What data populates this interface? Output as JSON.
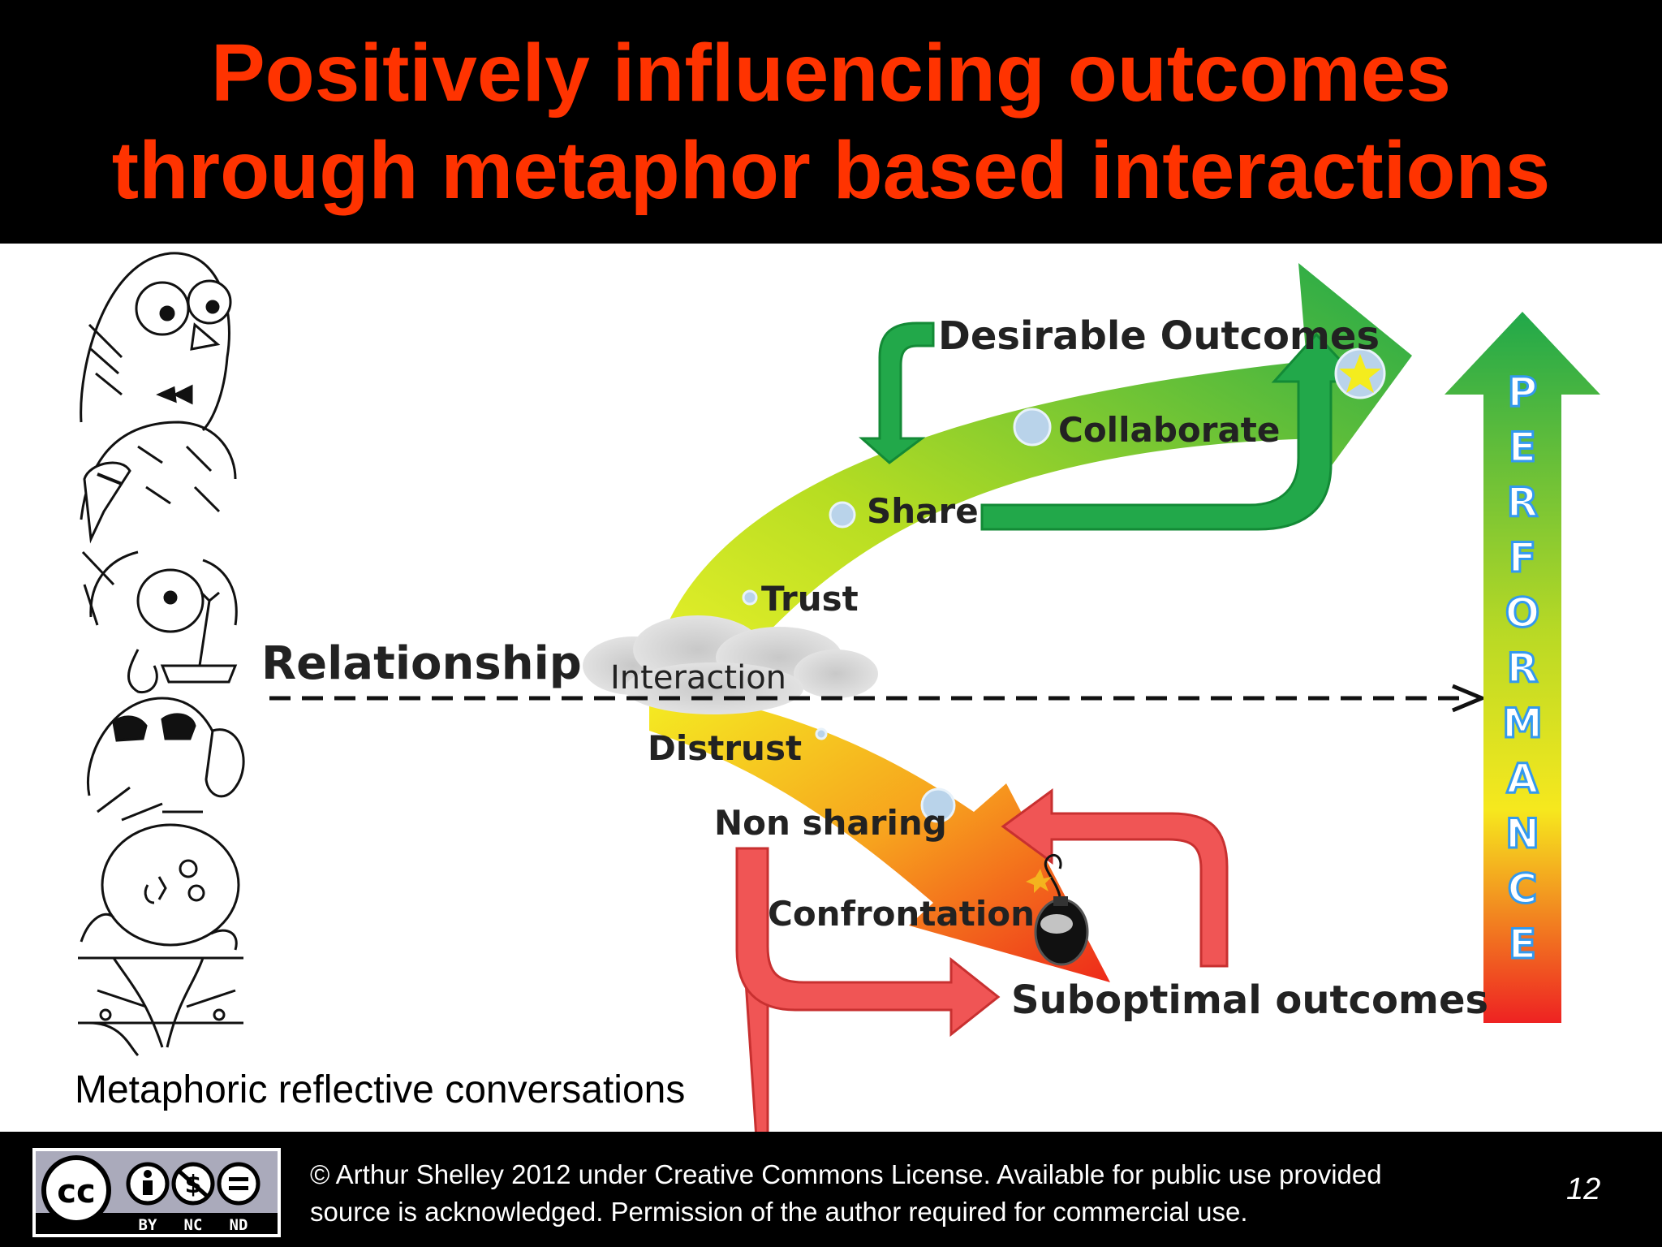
{
  "title": {
    "line1": "Positively influencing outcomes",
    "line2": "through metaphor based interactions"
  },
  "diagram": {
    "relationship": "Relationship",
    "interaction": "Interaction",
    "trust": "Trust",
    "share": "Share",
    "collaborate": "Collaborate",
    "desirable": "Desirable Outcomes",
    "distrust": "Distrust",
    "non_sharing": "Non sharing",
    "confrontation": "Confrontation",
    "suboptimal": "Suboptimal outcomes",
    "performance_letters": [
      "P",
      "E",
      "R",
      "F",
      "O",
      "R",
      "M",
      "A",
      "N",
      "C",
      "E"
    ],
    "cartoon_icons": [
      "owl-cartoon",
      "eagle-cartoon",
      "elephant-cartoon",
      "beaver-cartoon",
      "monkey-cartoon",
      "trees-cartoon"
    ]
  },
  "caption": "Metaphoric reflective conversations",
  "footer": {
    "cc_badge": {
      "cc": "cc",
      "labels": [
        "BY",
        "NC",
        "ND"
      ]
    },
    "license_line1": "© Arthur Shelley 2012 under Creative Commons License.  Available for public use provided",
    "license_line2": "source is acknowledged.  Permission of the author required for commercial use.",
    "page_number": "12"
  },
  "colors": {
    "title": "#ff3300",
    "green": "#22aa44",
    "yellow": "#ddee22",
    "red": "#ee2222",
    "salmon": "#f05555",
    "letter_blue": "#3399ee"
  }
}
